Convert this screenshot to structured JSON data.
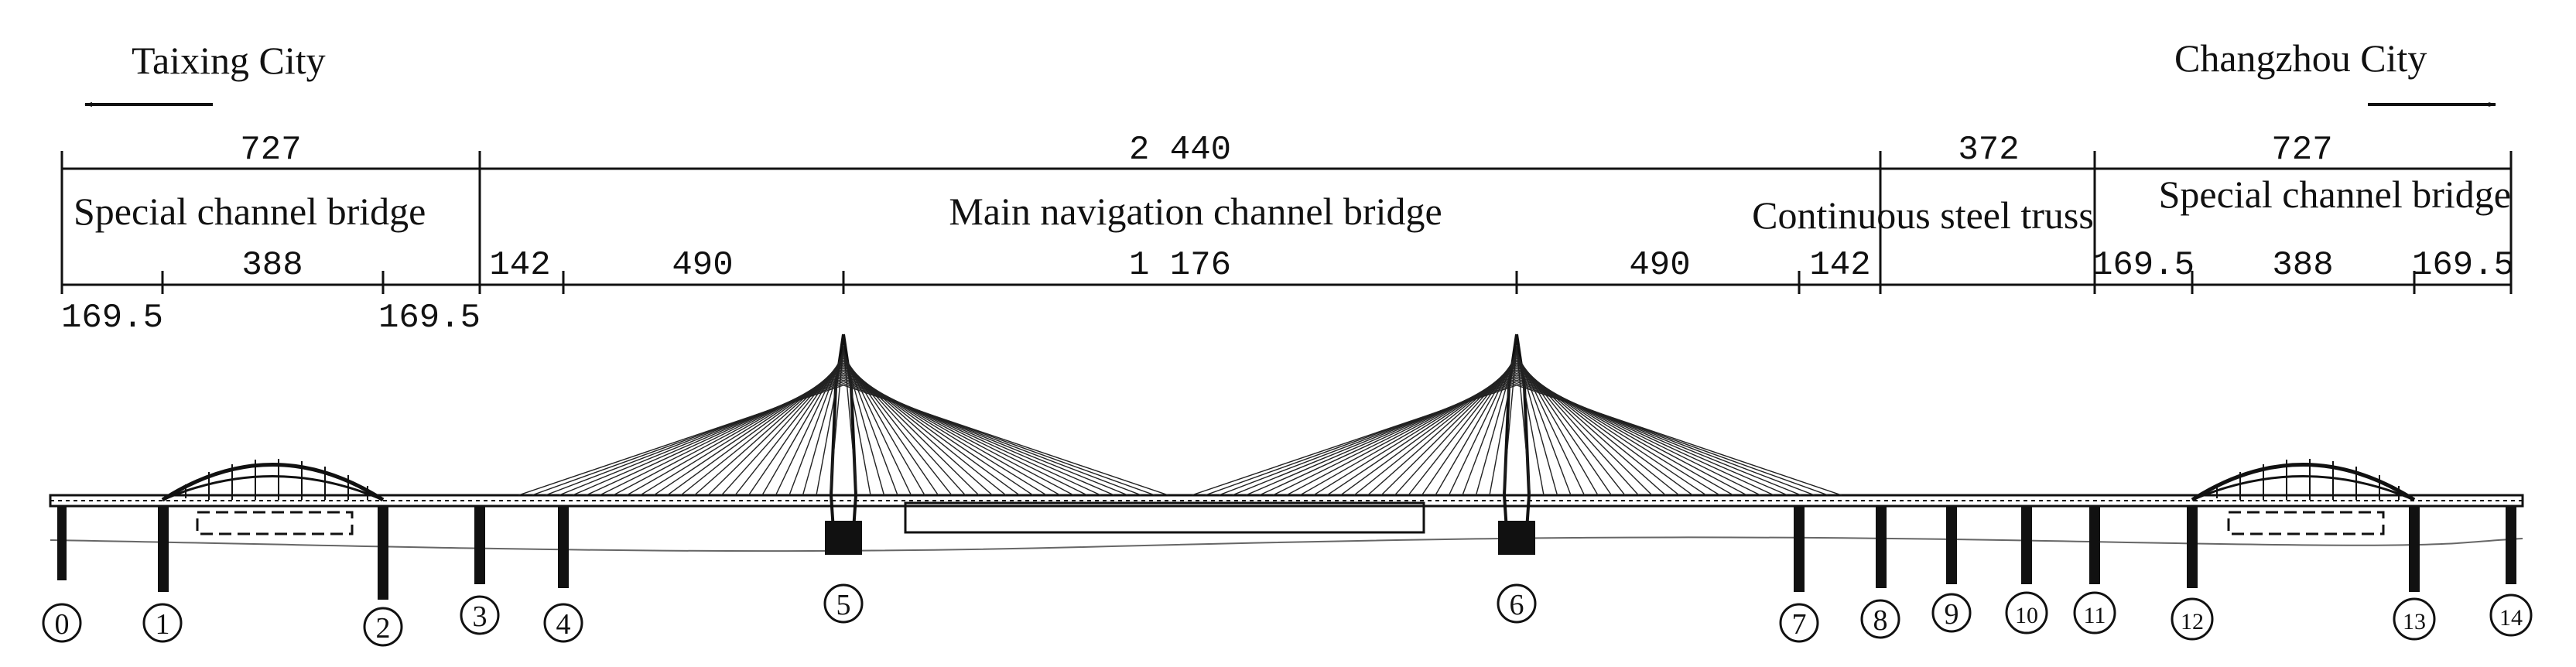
{
  "cities": {
    "left": "Taixing City",
    "right": "Changzhou City"
  },
  "top_dimensions": [
    "727",
    "2 440",
    "372",
    "727"
  ],
  "section_labels": [
    "Special channel bridge",
    "Main navigation channel bridge",
    "Continuous steel truss",
    "Special channel bridge"
  ],
  "span_dimensions": [
    "388",
    "142",
    "490",
    "1 176",
    "490",
    "142",
    "169.5",
    "388",
    "169.5"
  ],
  "lower_dimensions": [
    "169.5",
    "169.5"
  ],
  "pier_labels": [
    "0",
    "1",
    "2",
    "3",
    "4",
    "5",
    "6",
    "7",
    "8",
    "9",
    "10",
    "11",
    "12",
    "13",
    "14"
  ],
  "colors": {
    "ink": "#111111",
    "background": "#ffffff"
  }
}
